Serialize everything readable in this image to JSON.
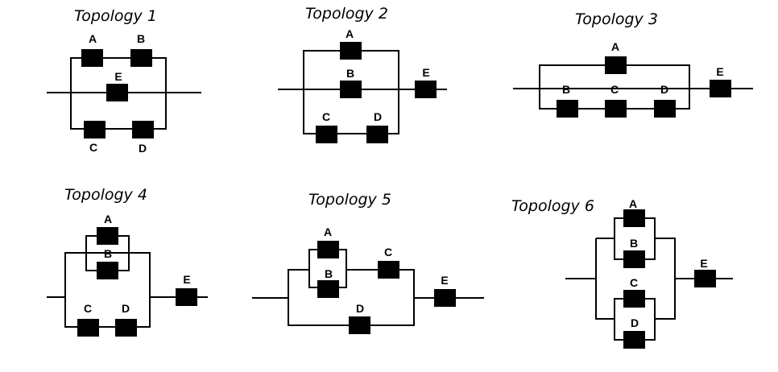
{
  "topologies": [
    {
      "title": "Topology 1",
      "labels": {
        "A": "A",
        "B": "B",
        "C": "C",
        "D": "D",
        "E": "E"
      }
    },
    {
      "title": "Topology 2",
      "labels": {
        "A": "A",
        "B": "B",
        "C": "C",
        "D": "D",
        "E": "E"
      }
    },
    {
      "title": "Topology 3",
      "labels": {
        "A": "A",
        "B": "B",
        "C": "C",
        "D": "D",
        "E": "E"
      }
    },
    {
      "title": "Topology 4",
      "labels": {
        "A": "A",
        "B": "B",
        "C": "C",
        "D": "D",
        "E": "E"
      }
    },
    {
      "title": "Topology 5",
      "labels": {
        "A": "A",
        "B": "B",
        "C": "C",
        "D": "D",
        "E": "E"
      }
    },
    {
      "title": "Topology 6",
      "labels": {
        "A": "A",
        "B": "B",
        "C": "C",
        "D": "D",
        "E": "E"
      }
    }
  ]
}
